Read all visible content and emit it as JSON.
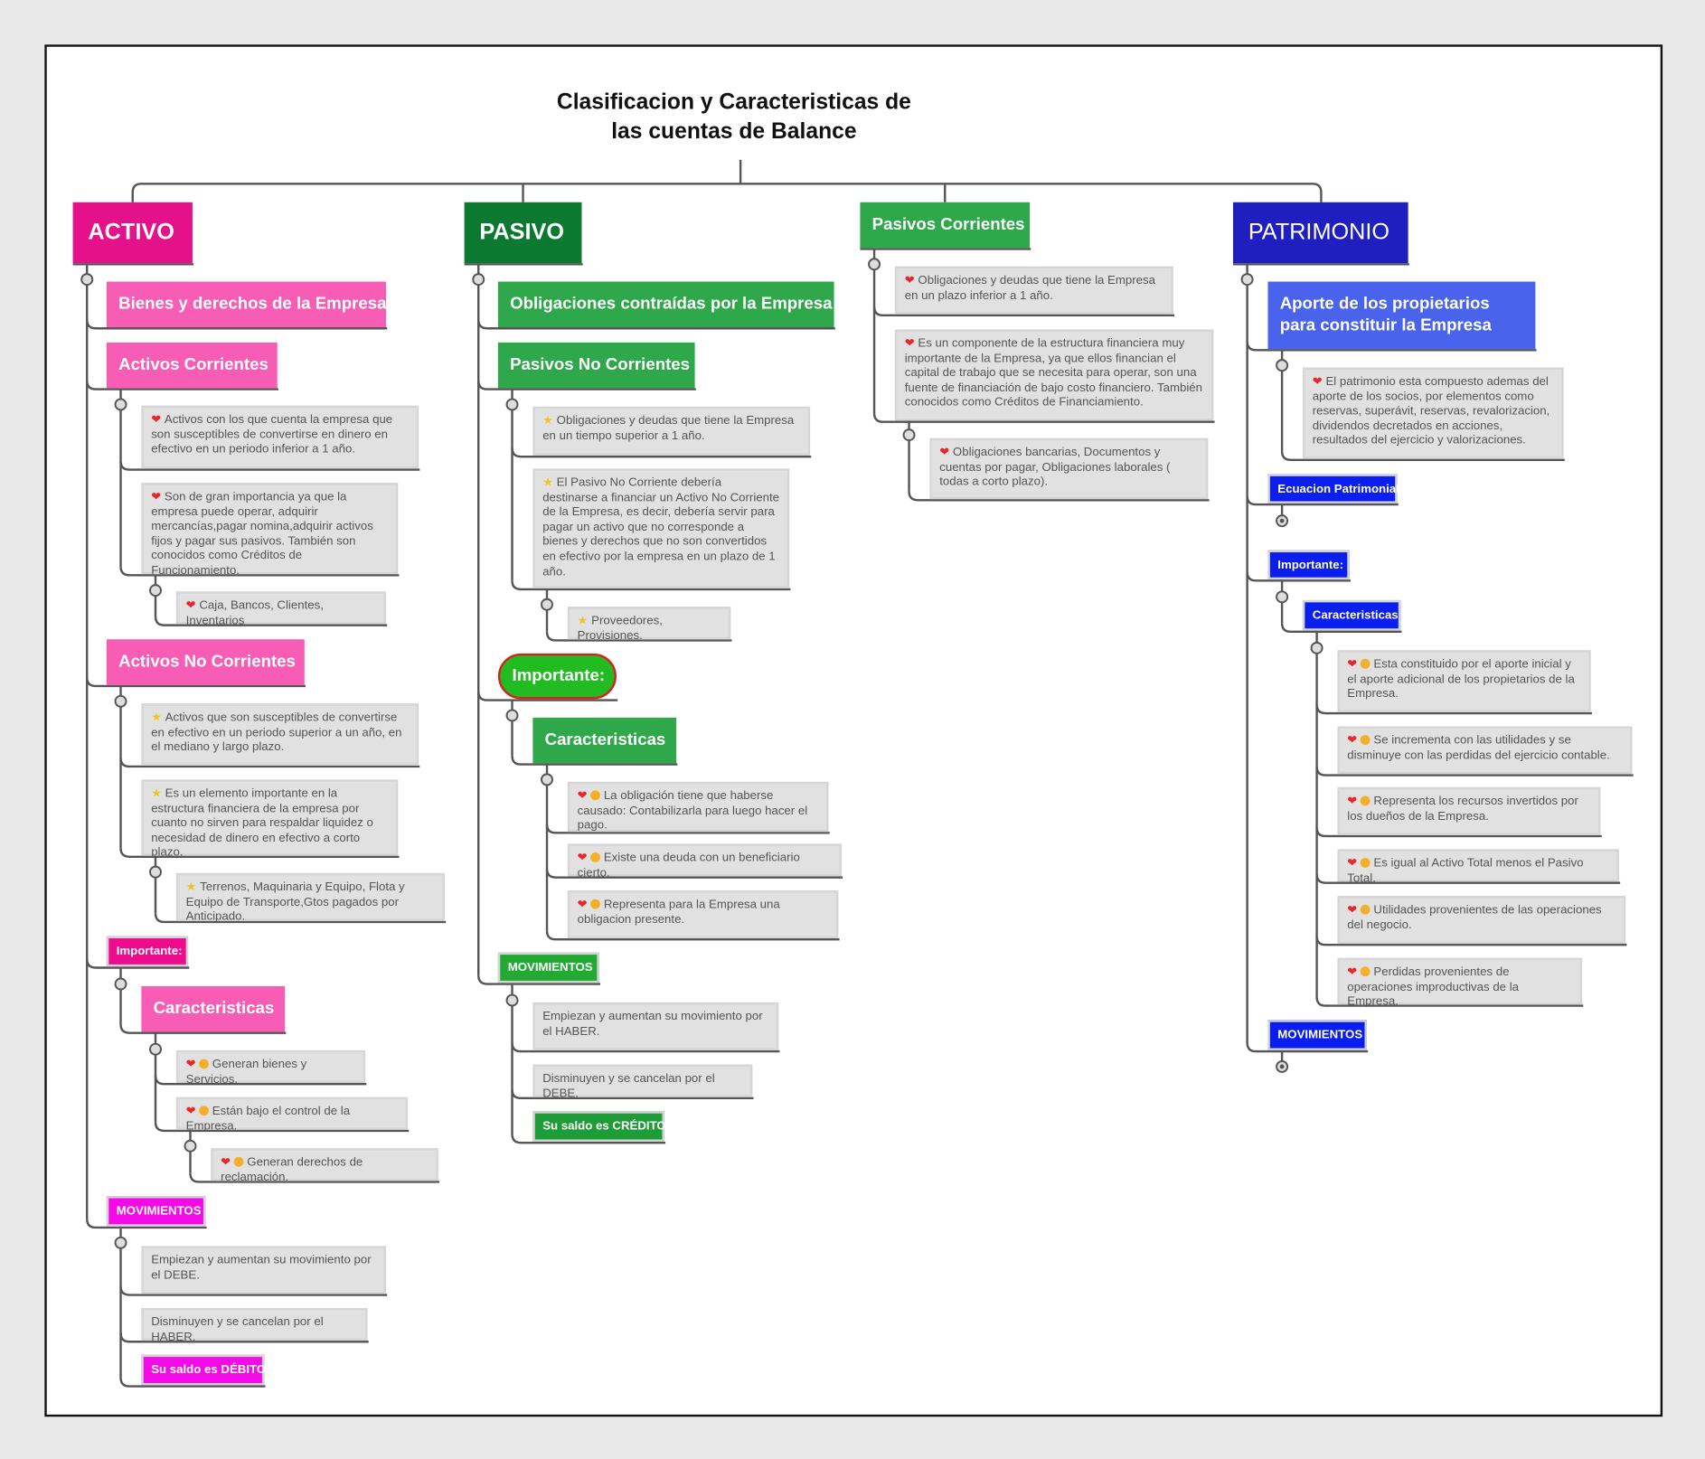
{
  "title": {
    "line1": "Clasificacion y Caracteristicas de",
    "line2": "las cuentas de Balance"
  },
  "colors": {
    "activo": "#e5118a",
    "activo_sub": "#f85db5",
    "pasivo": "#0b7a30",
    "pasivo_sub": "#2ea84a",
    "patrimonio": "#1f1fbf",
    "patrimonio_sub": "#4a63ec",
    "note_bg": "#e1e1e1"
  },
  "activo": {
    "label": "ACTIVO",
    "bienes": "Bienes y derechos de la Empresa",
    "corrientes": {
      "label": "Activos Corrientes",
      "notes": [
        "Activos con los que cuenta la empresa que son susceptibles de convertirse en dinero en efectivo en un periodo inferior a 1 año.",
        "Son de gran importancia ya que la empresa puede operar, adquirir mercancías,pagar nomina,adquirir activos fijos y pagar sus pasivos. También son conocidos como Créditos de Funcionamiento."
      ],
      "examples": "Caja, Bancos, Clientes, Inventarios"
    },
    "no_corrientes": {
      "label": "Activos No Corrientes",
      "notes": [
        "Activos que son susceptibles de convertirse en efectivo en un periodo superior a un año, en el mediano y largo plazo.",
        "Es un elemento importante en la estructura financiera de la empresa por cuanto no sirven para respaldar liquidez o necesidad de dinero en efectivo a corto plazo."
      ],
      "examples": "Terrenos, Maquinaria y Equipo, Flota y Equipo de Transporte,Gtos pagados por Anticipado."
    },
    "importante": "Importante:",
    "caracteristicas": {
      "label": "Caracteristicas",
      "items": [
        "Generan bienes y Servicios.",
        "Están bajo el control de la Empresa.",
        "Generan derechos de reclamación."
      ]
    },
    "movimientos": {
      "label": "MOVIMIENTOS",
      "items": [
        "Empiezan y aumentan su movimiento por el DEBE.",
        "Disminuyen y se cancelan por el HABER."
      ],
      "saldo": "Su saldo es DÉBITO."
    }
  },
  "pasivo": {
    "label": "PASIVO",
    "obligaciones": "Obligaciones contraídas por la Empresa",
    "no_corrientes": {
      "label": "Pasivos No Corrientes",
      "notes": [
        "Obligaciones y deudas que tiene la Empresa en un tiempo superior a 1 año.",
        "El Pasivo No Corriente debería destinarse a financiar un Activo No Corriente de la Empresa, es decir, debería servir para pagar un activo que no corresponde a bienes y derechos que no son convertidos en efectivo por la empresa en un plazo de 1 año."
      ],
      "examples": "Proveedores, Provisiones."
    },
    "importante": "Importante:",
    "caracteristicas": {
      "label": "Caracteristicas",
      "items": [
        "La obligación tiene que haberse causado: Contabilizarla para luego hacer el pago.",
        "Existe una deuda con un beneficiario cierto.",
        "Representa para la Empresa una obligacion presente."
      ]
    },
    "movimientos": {
      "label": "MOVIMIENTOS",
      "items": [
        "Empiezan y aumentan su movimiento por el HABER.",
        "Disminuyen y se cancelan por el DEBE."
      ],
      "saldo": "Su saldo es CRÉDITO."
    }
  },
  "pasivos_corrientes": {
    "label": "Pasivos Corrientes",
    "notes": [
      "Obligaciones y deudas que tiene la Empresa en un plazo inferior a 1 año.",
      "Es un componente de la estructura financiera muy importante de la Empresa, ya que ellos financian el capital de trabajo que se necesita para operar, son una fuente de financiación de bajo costo financiero. También conocidos como  Créditos de Financiamiento."
    ],
    "examples": "Obligaciones bancarias, Documentos y cuentas por pagar, Obligaciones laborales ( todas a corto plazo)."
  },
  "patrimonio": {
    "label": "PATRIMONIO",
    "aporte": "Aporte de los propietarios para constituir la Empresa",
    "note": "El patrimonio esta compuesto ademas del aporte de los socios, por elementos como reservas, superávit, reservas, revalorizacion, dividendos decretados en acciones, resultados del ejercicio y valorizaciones.",
    "ecuacion": "Ecuacion Patrimonial",
    "importante": "Importante:",
    "caracteristicas": {
      "label": "Caracteristicas",
      "items": [
        "Esta constituido por el aporte inicial y el aporte adicional de los propietarios de la Empresa.",
        "Se incrementa con las utilidades y se disminuye con las perdidas del ejercicio contable.",
        "Representa los recursos invertidos por los dueños de la Empresa.",
        "Es igual al Activo Total menos el Pasivo Total.",
        "Utilidades provenientes de las operaciones del negocio.",
        "Perdidas provenientes de operaciones improductivas de la Empresa."
      ]
    },
    "movimientos": "MOVIMIENTOS"
  },
  "icons": {
    "note_markers": [
      "heart-icon",
      "star-icon",
      "relieved-face-icon"
    ]
  }
}
